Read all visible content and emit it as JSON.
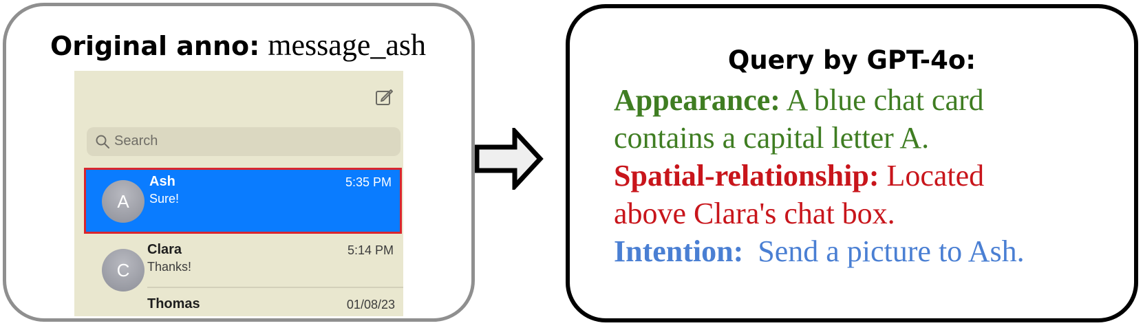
{
  "left_panel": {
    "label": "Original anno:",
    "value": "message_ash",
    "screenshot": {
      "search_placeholder": "Search",
      "chats": [
        {
          "avatar_letter": "A",
          "name": "Ash",
          "message": "Sure!",
          "time": "5:35 PM",
          "selected": true
        },
        {
          "avatar_letter": "C",
          "name": "Clara",
          "message": "Thanks!",
          "time": "5:14 PM",
          "selected": false
        },
        {
          "name": "Thomas",
          "time": "01/08/23",
          "partial": true
        }
      ],
      "icons": [
        "compose-icon",
        "search-icon"
      ],
      "colors": {
        "background": "#e9e7cf",
        "selected_row": "#0a7cff",
        "highlight_border": "#d9262e"
      }
    }
  },
  "right_panel": {
    "title": "Query by GPT-4o:",
    "appearance": {
      "label": "Appearance:",
      "line1": "A blue chat card",
      "line2": "contains a capital letter A.",
      "color": "#3f7d22"
    },
    "spatial": {
      "label": "Spatial-relationship:",
      "line1": "Located",
      "line2": "above Clara's chat box.",
      "color": "#c8151b"
    },
    "intention": {
      "label": "Intention:",
      "text": "Send a picture to Ash.",
      "color": "#4a7fd3"
    }
  }
}
